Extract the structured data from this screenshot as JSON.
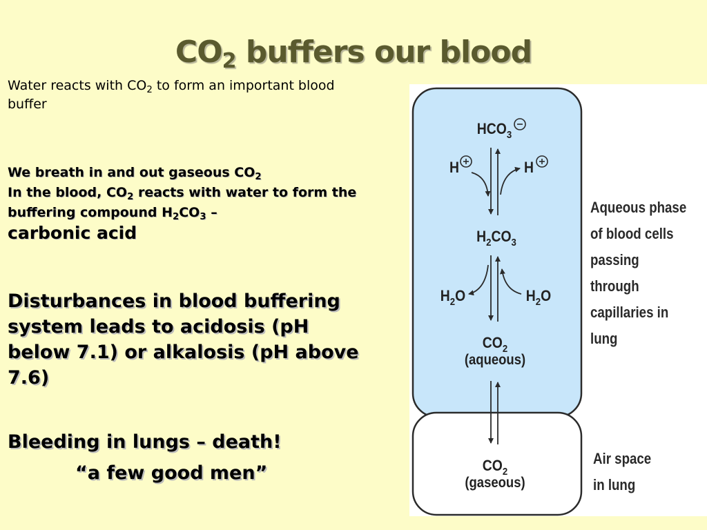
{
  "title": {
    "main": "CO",
    "sub": "2",
    "rest": " buffers our blood"
  },
  "intro": {
    "a": "Water reacts with CO",
    "a_sub": "2",
    "b": " to form an important blood buffer"
  },
  "section2": {
    "line1": "We breath in and out gaseous CO",
    "line1_sub": "2",
    "line2a": "In the blood, CO",
    "line2_sub": "2",
    "line2b": " reacts with water to form the buffering compound H",
    "line2_sub2": "2",
    "line2c": "CO",
    "line2_sub3": "3",
    "line2d": " –",
    "line3": "carbonic acid"
  },
  "section3": {
    "text": "Disturbances in blood buffering system leads to acidosis (pH below 7.1) or alkalosis (pH above 7.6)"
  },
  "section4": {
    "line1": "Bleeding in lungs – death!",
    "line2": "“a few good men”"
  },
  "figure": {
    "hco3": "HCO",
    "hco3_sub": "3",
    "h_left": "H",
    "h_right": "H",
    "h2co3_a": "H",
    "h2co3_sub1": "2",
    "h2co3_b": "CO",
    "h2co3_sub2": "3",
    "h2o_left_a": "H",
    "h2o_left_sub": "2",
    "h2o_left_b": "O",
    "h2o_right_a": "H",
    "h2o_right_sub": "2",
    "h2o_right_b": "O",
    "co2_aq_a": "CO",
    "co2_aq_sub": "2",
    "co2_aq_state": "(aqueous)",
    "co2_gas_a": "CO",
    "co2_gas_sub": "2",
    "co2_gas_state": "(gaseous)",
    "label_aqueous": [
      "Aqueous phase",
      "of blood cells",
      "passing through",
      "capillaries in lung"
    ],
    "label_air": [
      "Air space",
      "in lung"
    ],
    "colors": {
      "aqueous_fill": "#c8e6fa",
      "outline": "#2b2b2b"
    }
  }
}
